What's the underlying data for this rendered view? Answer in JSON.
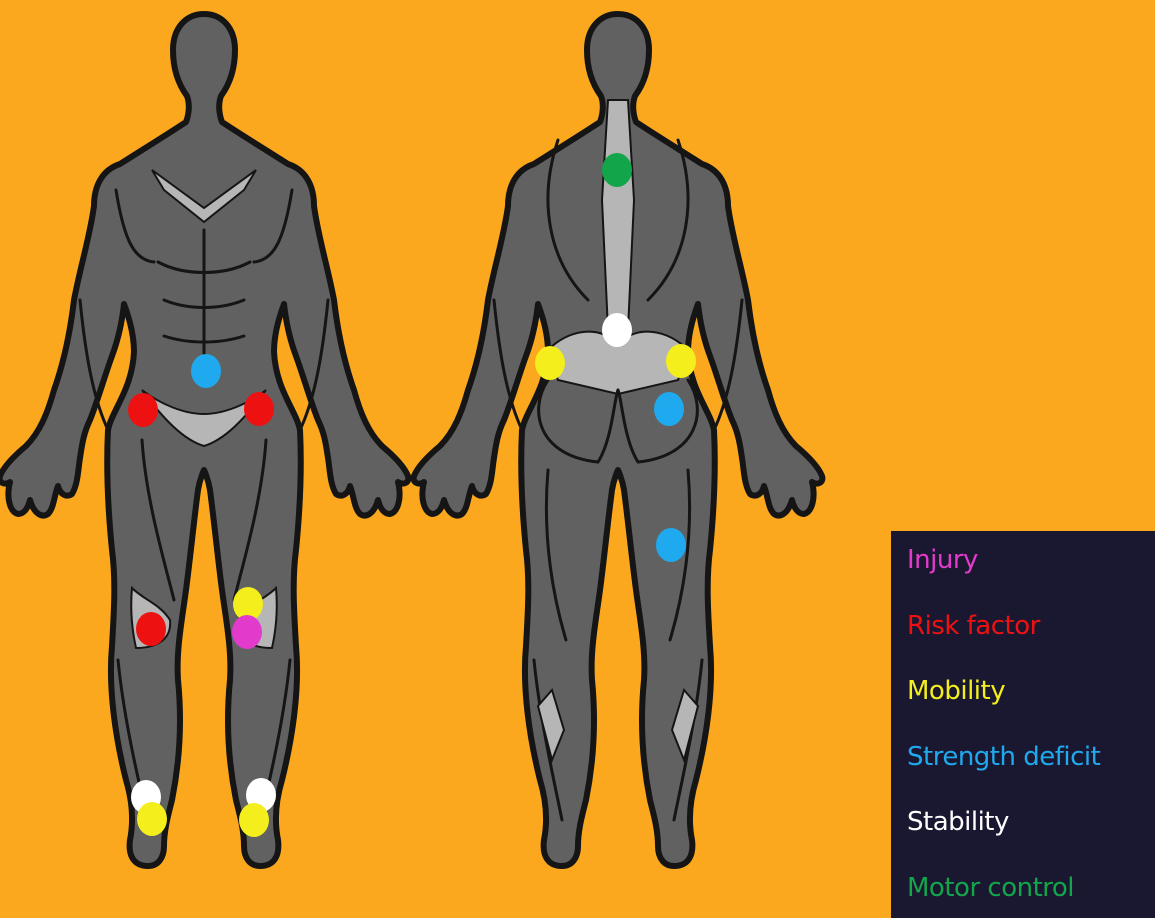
{
  "colors": {
    "background": "#fca81f",
    "body_dark": "#616161",
    "body_light": "#b6b6b6",
    "outline": "#151515",
    "legend_bg": "#1a1830"
  },
  "legend": {
    "items": [
      {
        "label": "Injury",
        "color": "#e23bcc",
        "key": "injury"
      },
      {
        "label": "Risk factor",
        "color": "#ee1111",
        "key": "risk"
      },
      {
        "label": "Mobility",
        "color": "#f3ee1c",
        "key": "mobility"
      },
      {
        "label": "Strength deficit",
        "color": "#1fa9ee",
        "key": "strength"
      },
      {
        "label": "Stability",
        "color": "#ffffff",
        "key": "stability"
      },
      {
        "label": "Motor control",
        "color": "#12a54a",
        "key": "motor"
      }
    ]
  },
  "figures": {
    "front": {
      "markers": [
        {
          "type": "strength",
          "region": "lower-abdomen"
        },
        {
          "type": "risk",
          "region": "right-hip"
        },
        {
          "type": "risk",
          "region": "left-hip"
        },
        {
          "type": "risk",
          "region": "right-knee"
        },
        {
          "type": "mobility",
          "region": "left-knee-upper"
        },
        {
          "type": "injury",
          "region": "left-knee"
        },
        {
          "type": "stability",
          "region": "right-ankle"
        },
        {
          "type": "mobility",
          "region": "right-ankle-lower"
        },
        {
          "type": "stability",
          "region": "left-ankle"
        },
        {
          "type": "mobility",
          "region": "left-ankle-lower"
        }
      ]
    },
    "back": {
      "markers": [
        {
          "type": "motor",
          "region": "upper-spine"
        },
        {
          "type": "stability",
          "region": "lower-back"
        },
        {
          "type": "mobility",
          "region": "left-hip"
        },
        {
          "type": "mobility",
          "region": "right-hip"
        },
        {
          "type": "strength",
          "region": "right-glute"
        },
        {
          "type": "strength",
          "region": "right-hamstring"
        }
      ]
    }
  }
}
